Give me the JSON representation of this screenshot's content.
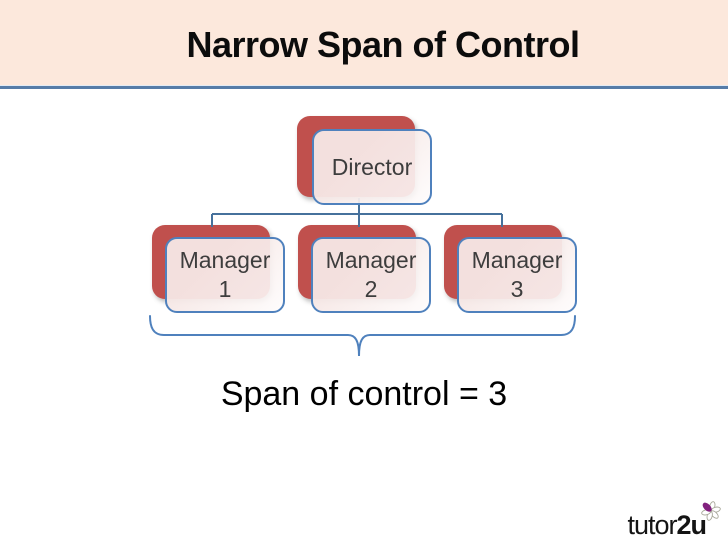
{
  "slide": {
    "title": "Narrow Span of Control"
  },
  "diagram": {
    "root": {
      "label": "Director"
    },
    "children": [
      {
        "line1": "Manager",
        "line2": "1"
      },
      {
        "line1": "Manager",
        "line2": "2"
      },
      {
        "line1": "Manager",
        "line2": "3"
      }
    ],
    "caption": "Span of control = 3"
  },
  "logo": {
    "text_regular": "tutor",
    "text_bold": "2u"
  },
  "colors": {
    "header_bg": "#fce8dc",
    "header_rule": "#567ca8",
    "shadow_box_red": "#c0504d",
    "node_border_blue": "#4f81bd",
    "connector": "#46719c",
    "brace": "#4f81bd",
    "node_text": "#3d3d3d",
    "caption_text": "#000000",
    "flower_petal_purple": "#82217e"
  }
}
